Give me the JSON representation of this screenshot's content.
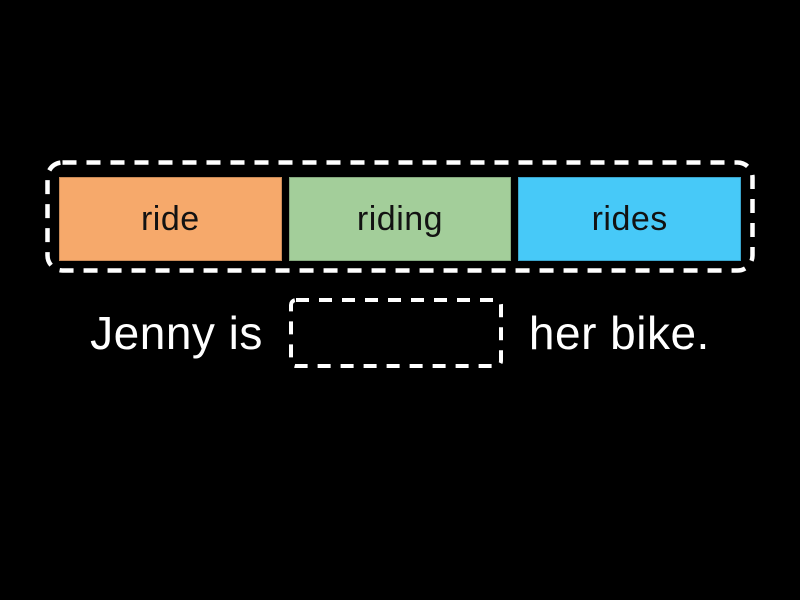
{
  "background_color": "#000000",
  "word_bank": {
    "border_color": "#ffffff",
    "tiles": [
      {
        "label": "ride",
        "color": "#F6A96B"
      },
      {
        "label": "riding",
        "color": "#A3CE9A"
      },
      {
        "label": "rides",
        "color": "#47C9F8"
      }
    ]
  },
  "sentence": {
    "before_blank": "Jenny is",
    "after_blank": "her bike.",
    "blank_value": "",
    "text_color": "#ffffff"
  }
}
